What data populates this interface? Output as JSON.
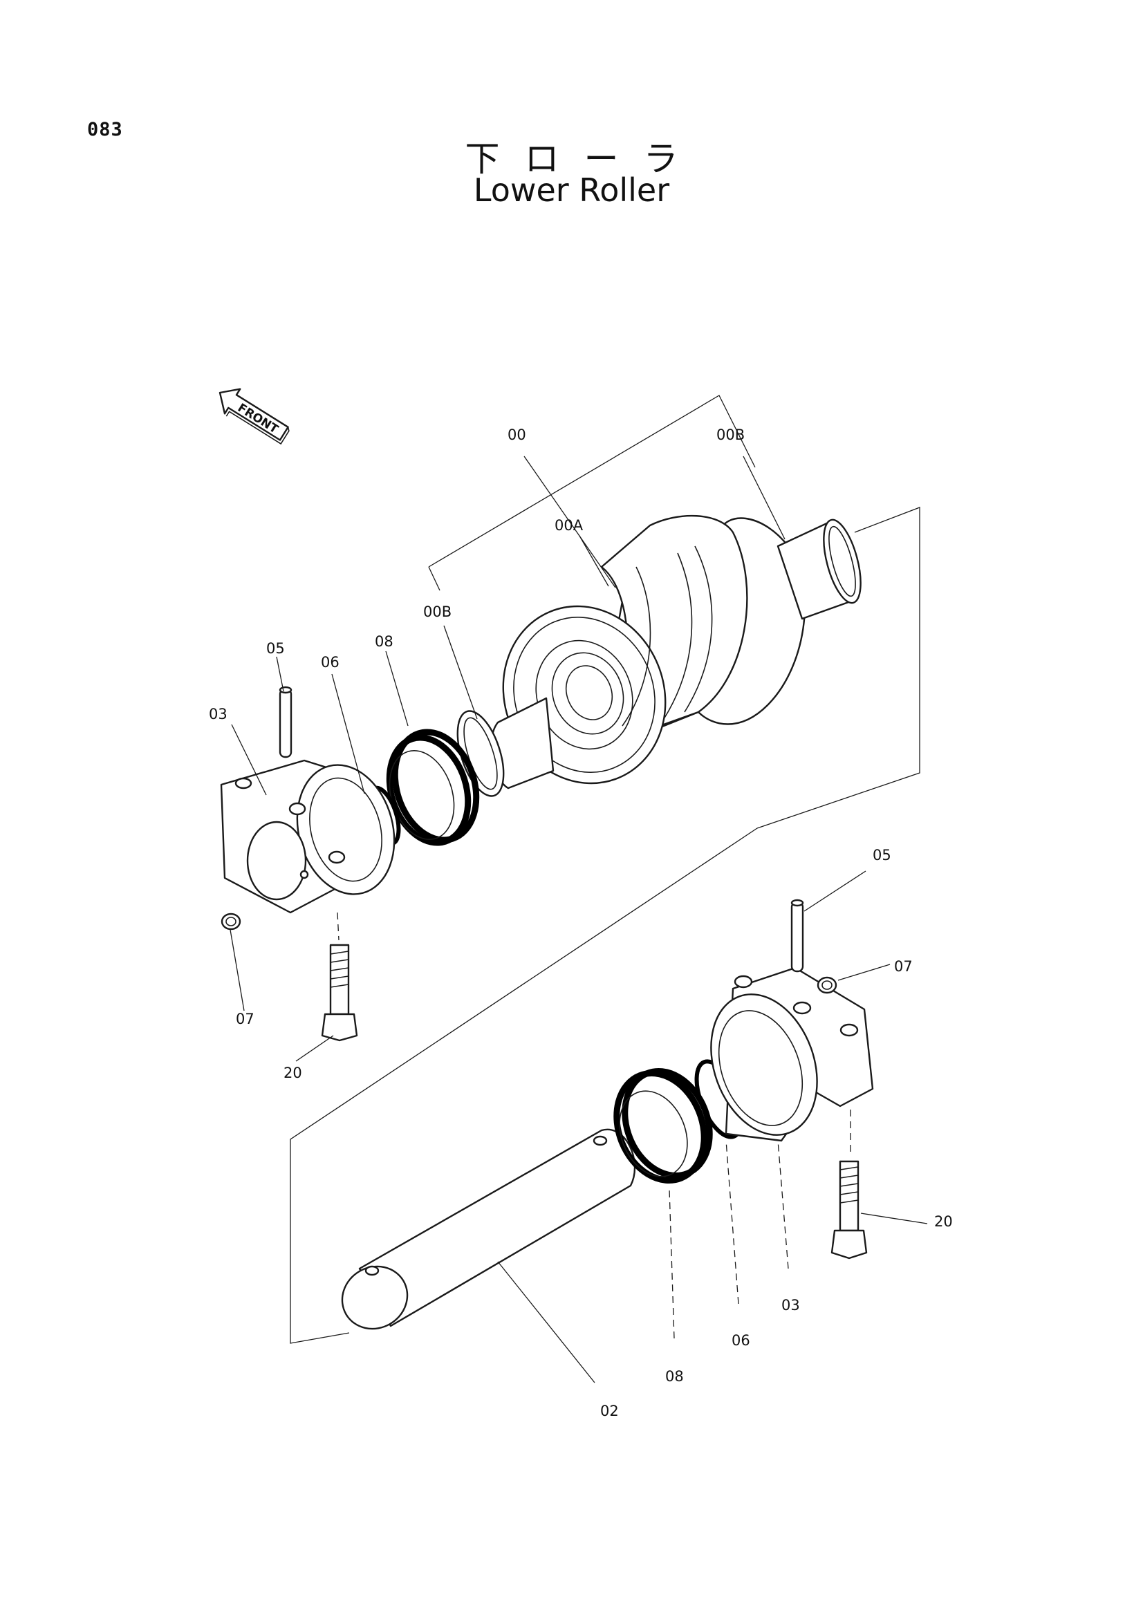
{
  "header": {
    "page_number": "083",
    "title_jp": "下ローラ",
    "title_en": "Lower Roller"
  },
  "direction_indicator": {
    "text": "FRONT"
  },
  "callouts": {
    "c00": "00",
    "c00A": "00A",
    "c00B_top": "00B",
    "c00B_left": "00B",
    "c02": "02",
    "c03_left": "03",
    "c03_right": "03",
    "c05_left": "05",
    "c05_right": "05",
    "c06_left": "06",
    "c06_right": "06",
    "c07_left": "07",
    "c07_right": "07",
    "c08_left": "08",
    "c08_right": "08",
    "c20_left": "20",
    "c20_right": "20"
  }
}
